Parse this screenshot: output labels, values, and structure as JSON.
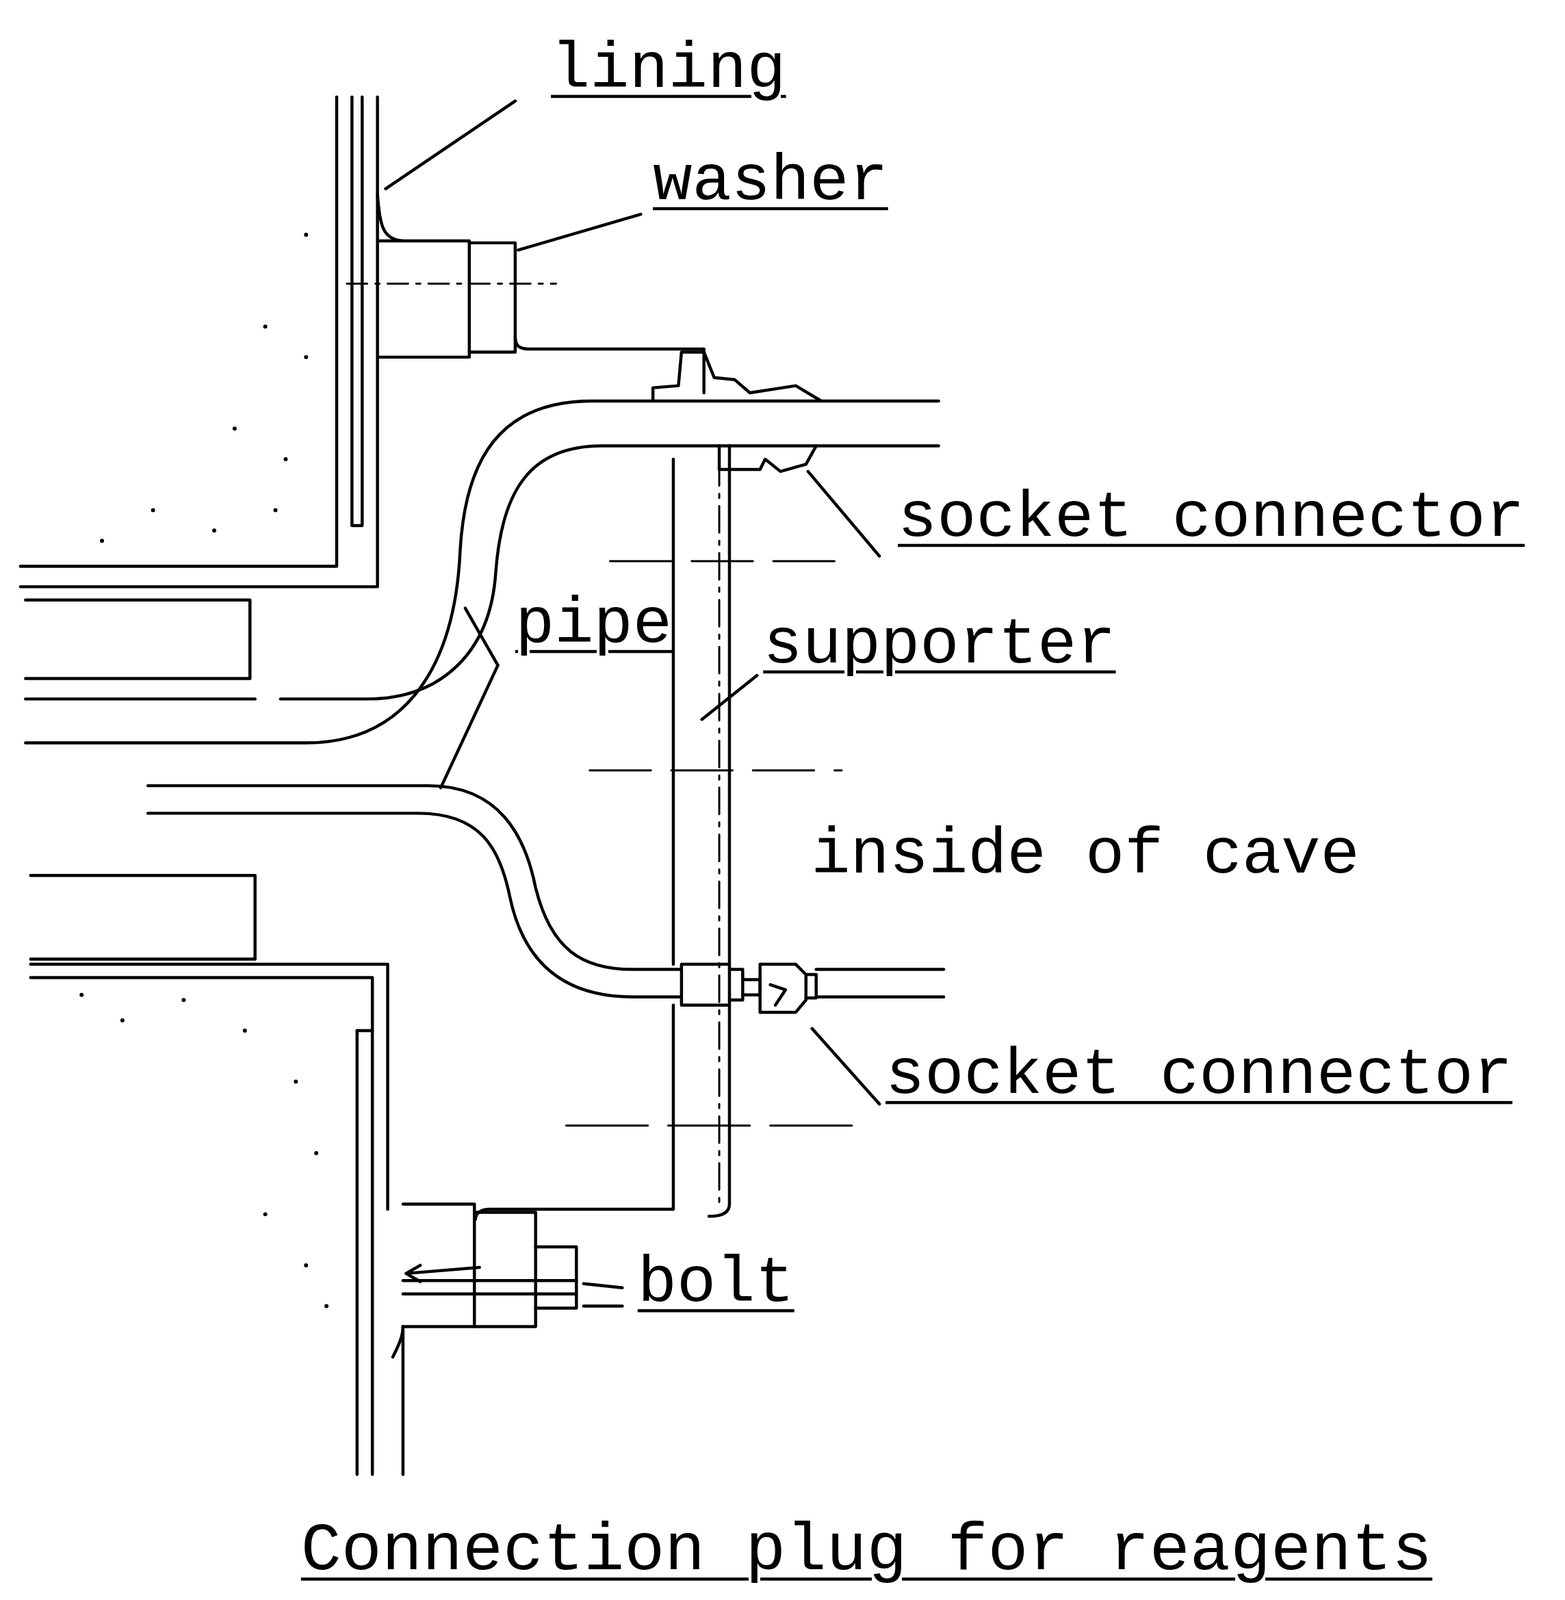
{
  "diagram": {
    "caption": "Connection plug for reagents",
    "labels": [
      "lining",
      "washer",
      "socket connector",
      "pipe",
      "supporter",
      "inside of cave",
      "socket connector",
      "bolt"
    ]
  }
}
